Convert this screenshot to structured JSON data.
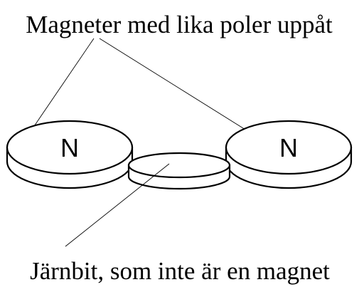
{
  "top_label": "Magneter med lika poler uppåt",
  "bottom_label": "Järnbit, som inte är en magnet",
  "left_magnet": {
    "pole": "N"
  },
  "right_magnet": {
    "pole": "N"
  }
}
